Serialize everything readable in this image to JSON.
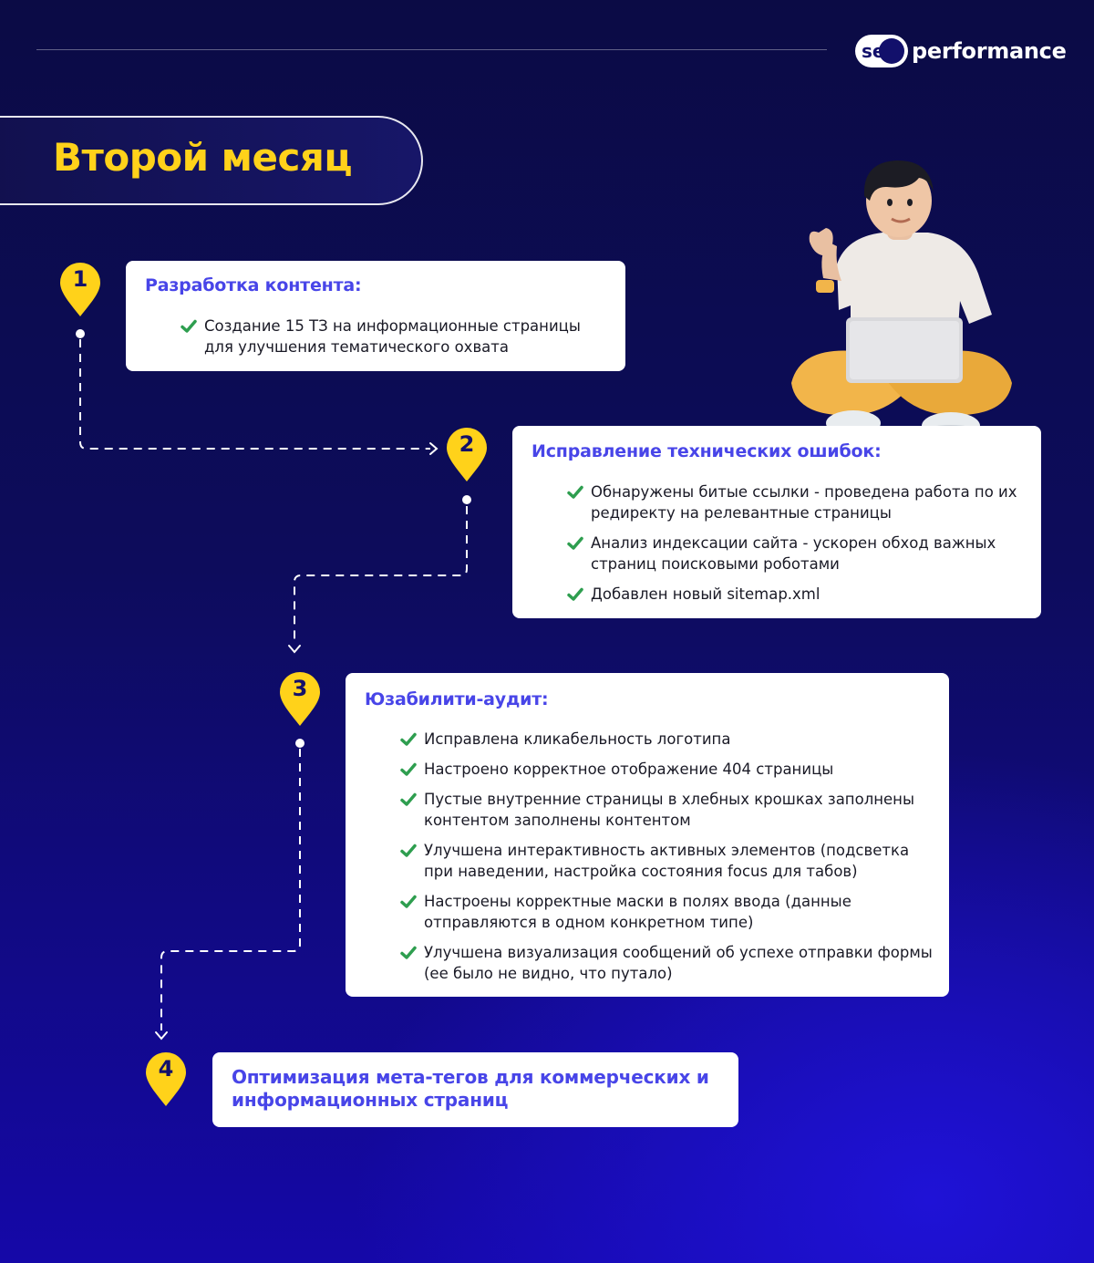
{
  "header": {
    "logo_se": "se",
    "logo_word": "performance"
  },
  "title": "Второй месяц",
  "steps": [
    {
      "number": "1",
      "title": "Разработка контента:",
      "items": [
        "Создание 15 ТЗ на информационные страницы для улучшения тематического охвата"
      ]
    },
    {
      "number": "2",
      "title": "Исправление технических ошибок:",
      "items": [
        "Обнаружены битые ссылки - проведена работа по их редиректу на релевантные страницы",
        "Анализ индексации сайта - ускорен обход важных страниц поисковыми роботами",
        "Добавлен новый sitemap.xml"
      ]
    },
    {
      "number": "3",
      "title": "Юзабилити-аудит:",
      "items": [
        "Исправлена кликабельность логотипа",
        "Настроено корректное отображение 404 страницы",
        "Пустые внутренние страницы в хлебных крошках заполнены контентом заполнены контентом",
        "Улучшена интерактивность активных элементов (подсветка при наведении, настройка состояния focus для табов)",
        "Настроены корректные маски в полях ввода (данные отправляются в одном конкретном типе)",
        "Улучшена визуализация сообщений об успехе отправки формы (ее было не видно, что путало)"
      ]
    },
    {
      "number": "4",
      "title": "Оптимизация мета-тегов для коммерческих и информационных страниц",
      "items": []
    }
  ],
  "colors": {
    "accent_yellow": "#ffd21a",
    "title_blue": "#4845e8",
    "check_green": "#2e9e4f",
    "navy": "#0b0b45"
  },
  "icons": [
    "pin-icon",
    "check-icon",
    "logo-mark"
  ]
}
